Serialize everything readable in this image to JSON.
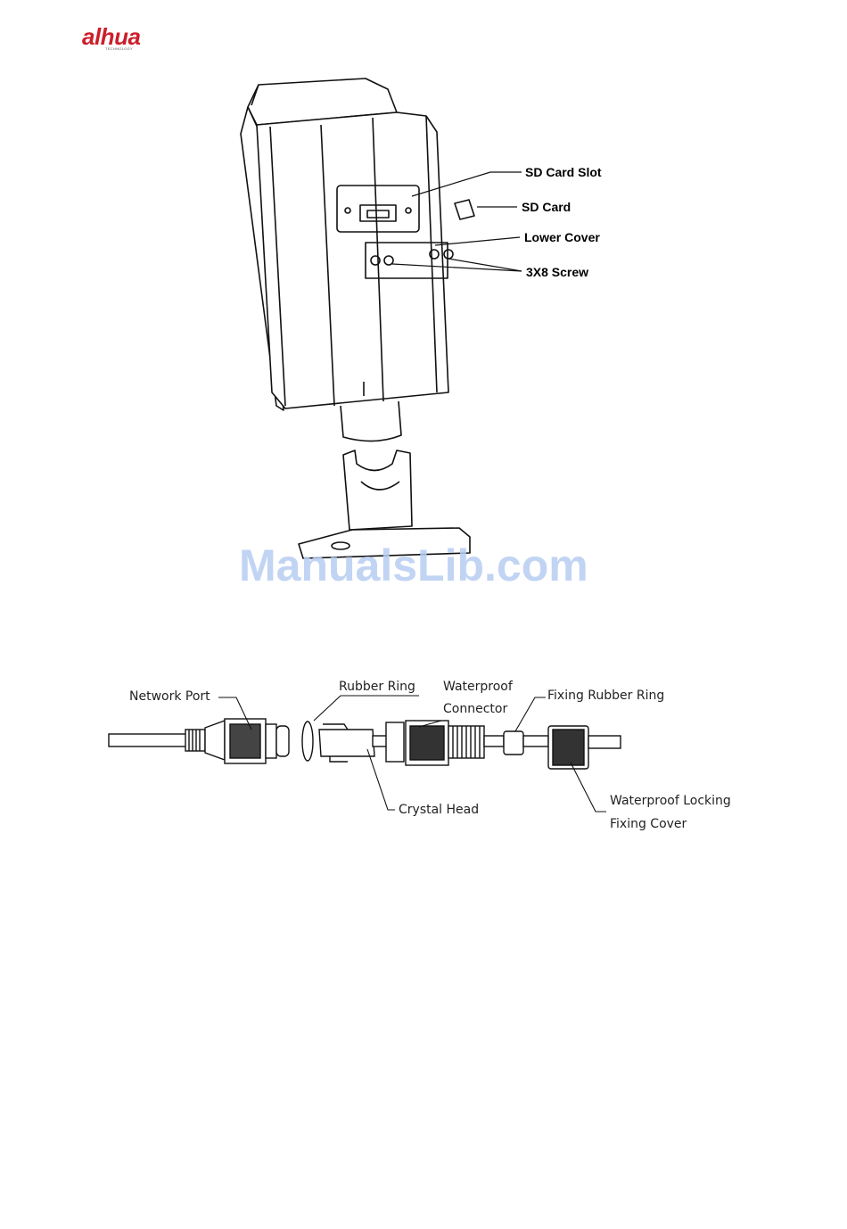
{
  "brand": {
    "logo_text": "alhua",
    "logo_sub": "TECHNOLOGY",
    "color": "#cc1f2b"
  },
  "figure1": {
    "labels": {
      "sd_card_slot": "SD Card Slot",
      "sd_card": "SD Card",
      "lower_cover": "Lower Cover",
      "screw": "3X8 Screw"
    }
  },
  "figure2": {
    "labels": {
      "network_port": "Network Port",
      "rubber_ring": "Rubber Ring",
      "waterproof_connector_1": "Waterproof",
      "waterproof_connector_2": "Connector",
      "fixing_rubber_ring": "Fixing Rubber Ring",
      "crystal_head": "Crystal Head",
      "locking_cover_1": "Waterproof Locking",
      "locking_cover_2": "Fixing Cover"
    }
  },
  "watermark": "ManualsLib.com"
}
